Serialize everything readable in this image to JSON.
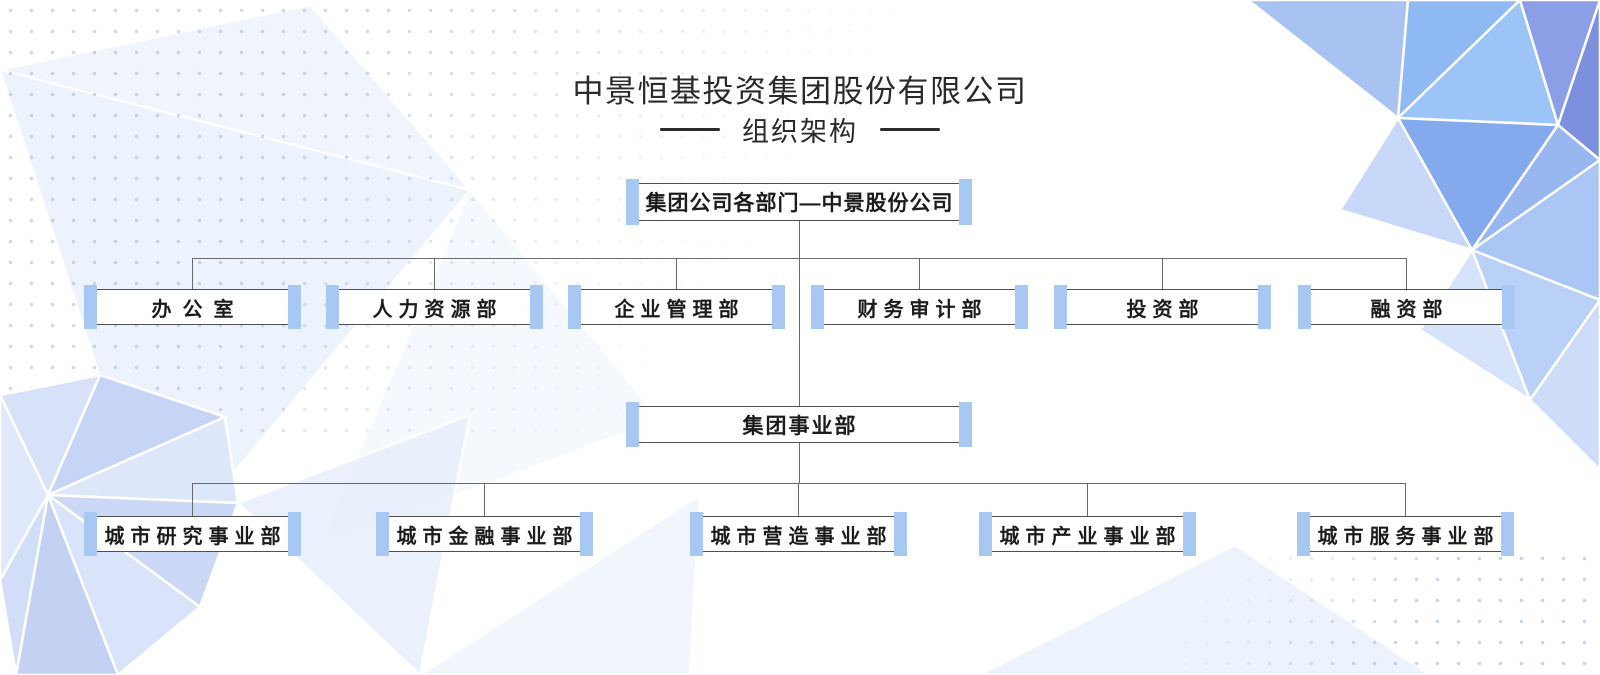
{
  "page": {
    "title": "中景恒基投资集团股份有限公司",
    "subtitle": "组织架构"
  },
  "org": {
    "root": "集团公司各部门—中景股份公司",
    "group_division": "集团事业部",
    "departments": [
      "办公室",
      "人力资源部",
      "企业管理部",
      "财务审计部",
      "投资部",
      "融资部"
    ],
    "divisions": [
      "城市研究事业部",
      "城市金融事业部",
      "城市营造事业部",
      "城市产业事业部",
      "城市服务事业部"
    ]
  },
  "colors": {
    "accent_bar": "#a6c8f3",
    "box_border": "#4f4f4f",
    "connector_line": "#6a6a6a",
    "text": "#1c1c1c",
    "decor_blue_dark": "#7d90dd",
    "decor_blue_light": "#d6e3fa"
  }
}
